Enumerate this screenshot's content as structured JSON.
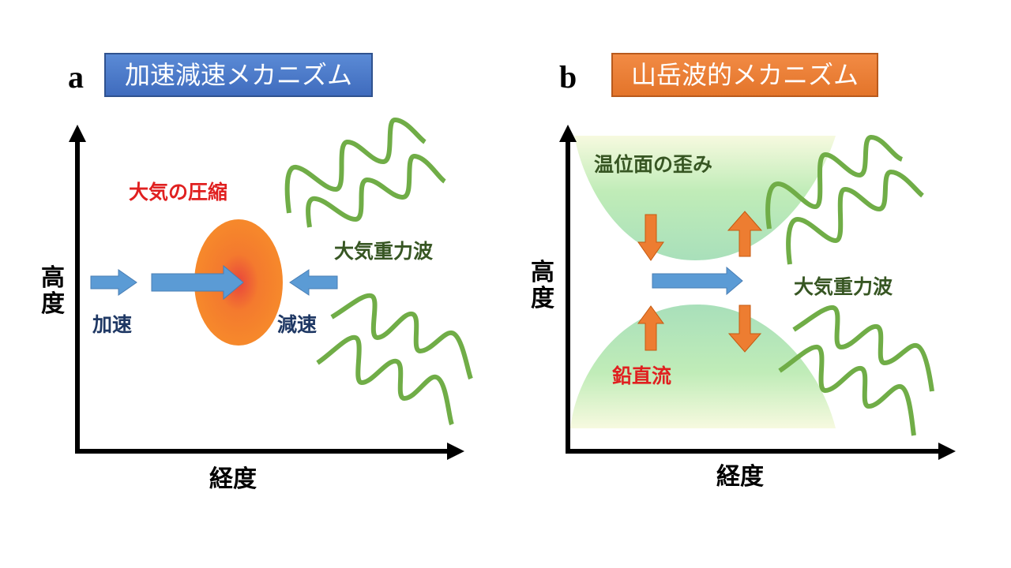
{
  "colors": {
    "panel_a_title_bg": "#4472c4",
    "panel_b_title_bg": "#ed7d31",
    "wave": "#70ad47",
    "blue_arrow": "#5b9bd5",
    "orange_arrow": "#ed7d31",
    "compression_outer": "#f6892b",
    "compression_center": "#e8453c",
    "label_red": "#e02020",
    "label_navy": "#1f3864",
    "label_darkgreen": "#375623"
  },
  "panel_a": {
    "letter": "a",
    "title": "加速減速メカニズム",
    "y_axis_label": [
      "高",
      "度"
    ],
    "x_axis_label": "経度",
    "compression_label": "大気の圧縮",
    "accelerate_label": "加速",
    "decelerate_label": "減速",
    "gravity_wave_label": "大気重力波"
  },
  "panel_b": {
    "letter": "b",
    "title": "山岳波的メカニズム",
    "y_axis_label": [
      "高",
      "度"
    ],
    "x_axis_label": "経度",
    "isentrope_label": "温位面の歪み",
    "vertical_flow_label": "鉛直流",
    "gravity_wave_label": "大気重力波"
  }
}
